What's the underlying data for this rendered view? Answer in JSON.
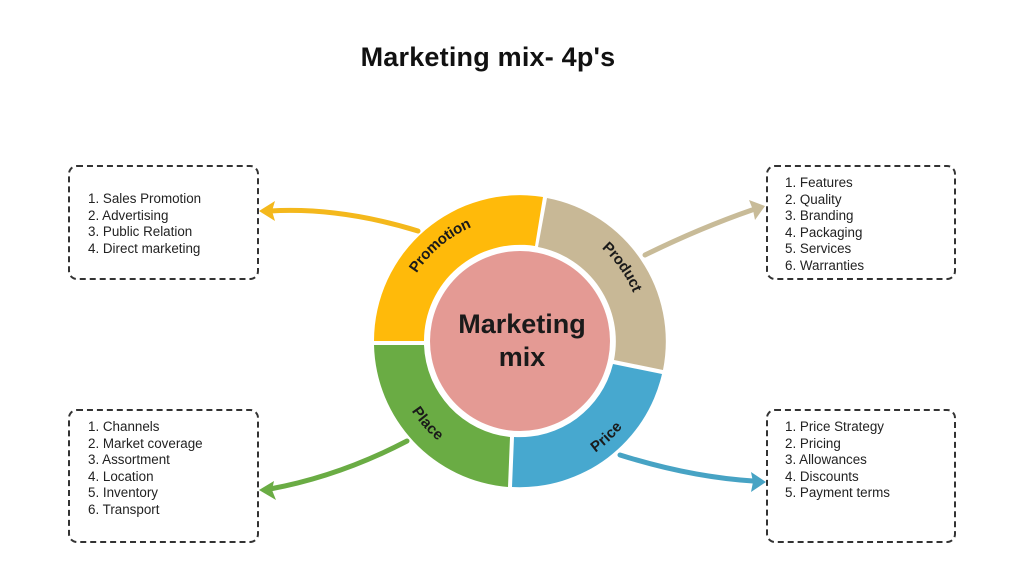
{
  "title": "Marketing mix- 4p's",
  "center": {
    "line1": "Marketing",
    "line2": "mix",
    "color": "#e49a94"
  },
  "segments": [
    {
      "id": "promotion",
      "label": "Promotion",
      "color": "#ffba0a"
    },
    {
      "id": "product",
      "label": "Product",
      "color": "#c8b896"
    },
    {
      "id": "price",
      "label": "Price",
      "color": "#47a8cf"
    },
    {
      "id": "place",
      "label": "Place",
      "color": "#6aac44"
    }
  ],
  "boxes": {
    "promotion": {
      "items": [
        "1. Sales Promotion",
        "2. Advertising",
        "3. Public Relation",
        "4. Direct marketing"
      ]
    },
    "product": {
      "items": [
        "1. Features",
        "2. Quality",
        "3. Branding",
        "4. Packaging",
        "5. Services",
        "6. Warranties"
      ]
    },
    "place": {
      "items": [
        "1. Channels",
        "2. Market coverage",
        "3. Assortment",
        "4. Location",
        "5. Inventory",
        "6. Transport"
      ]
    },
    "price": {
      "items": [
        "1. Price Strategy",
        "2. Pricing",
        "3. Allowances",
        "4. Discounts",
        "5. Payment terms"
      ]
    }
  }
}
